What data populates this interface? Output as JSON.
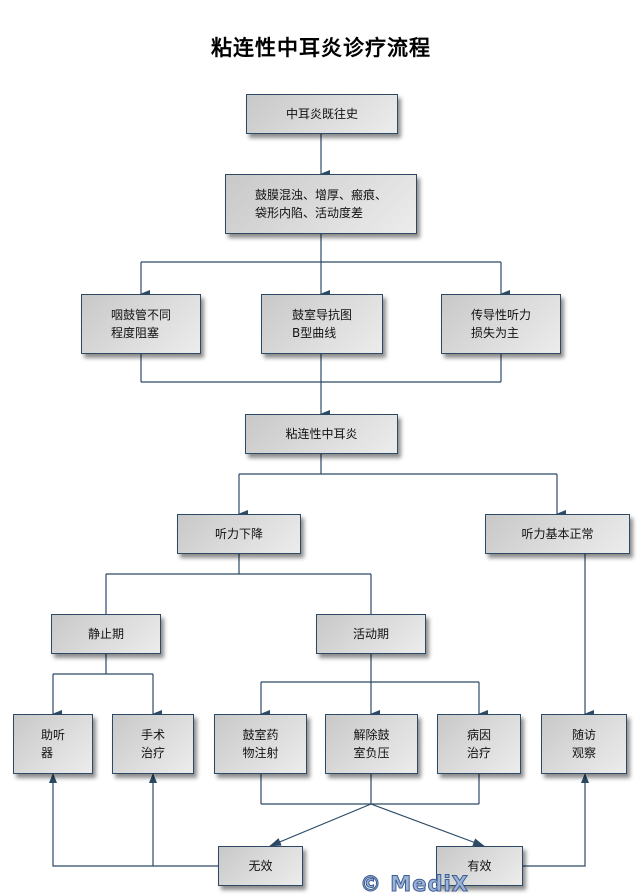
{
  "title": "粘连性中耳炎诊疗流程",
  "watermark": "© MediX",
  "nodes": {
    "history": "中耳炎既往史",
    "eardrum_signs": "鼓膜混浊、增厚、瘢痕、\n袋形内陷、活动度差",
    "eustachian_block": "咽鼓管不同\n程度阻塞",
    "tympanogram": "鼓室导抗图\nB型曲线",
    "conductive_loss": "传导性听力\n损失为主",
    "diagnosis": "粘连性中耳炎",
    "hearing_down": "听力下降",
    "hearing_normal": "听力基本正常",
    "static_phase": "静止期",
    "active_phase": "活动期",
    "hearing_aid": "助听\n器",
    "surgery": "手术\n治疗",
    "drug_injection": "鼓室药\n物注射",
    "relieve_pressure": "解除鼓\n室负压",
    "cause_treatment": "病因\n治疗",
    "follow_up": "随访\n观察",
    "ineffective": "无效",
    "effective": "有效"
  },
  "colors": {
    "line": "#2c4a66",
    "box_border": "#2c4a66"
  }
}
